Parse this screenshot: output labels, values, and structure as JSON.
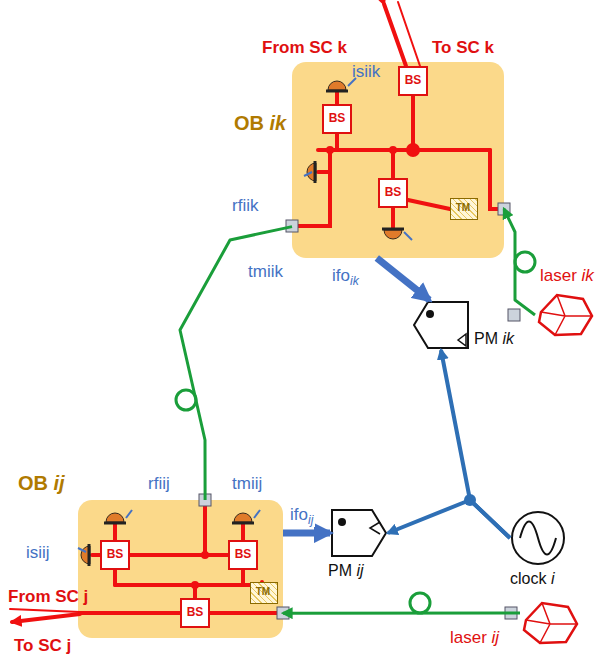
{
  "diagram": {
    "nodes": [
      {
        "text": [
          "OB ik"
        ]
      },
      {
        "text": [
          "BS"
        ],
        "in": 0
      },
      {
        "text": [
          "BS"
        ],
        "in": 0
      },
      {
        "text": [
          "BS"
        ],
        "in": 0
      },
      {
        "text": [
          "TM"
        ],
        "in": 0
      },
      {
        "text": [
          "PM ik"
        ]
      },
      {
        "text": [
          "laser ik"
        ]
      },
      {
        "text": [
          "OB ij"
        ]
      },
      {
        "text": [
          "BS"
        ],
        "in": 7
      },
      {
        "text": [
          "BS"
        ],
        "in": 7
      },
      {
        "text": [
          "BS"
        ],
        "in": 7
      },
      {
        "text": [
          "TM"
        ],
        "in": 7
      },
      {
        "text": [
          "PM ij"
        ]
      },
      {
        "text": [
          "clock i"
        ]
      },
      {
        "text": [
          "laser ij"
        ]
      }
    ],
    "edges": [
      {
        "from": 0,
        "to": 5,
        "arrow": "to",
        "label": "ifoik"
      },
      {
        "from": 7,
        "to": 12,
        "arrow": "to",
        "label": "ifoij"
      },
      {
        "from": 13,
        "to": 5,
        "arrow": "to"
      },
      {
        "from": 13,
        "to": 12,
        "arrow": "to"
      },
      {
        "from": 6,
        "to": 0,
        "arrow": "to"
      },
      {
        "from": 14,
        "to": 7,
        "arrow": "to"
      },
      {
        "from": 7,
        "to": 0,
        "arrow": "none"
      }
    ],
    "labels": [
      "From SC k",
      "To SC k",
      "isiik",
      "rfiik",
      "tmiik",
      "rfiij",
      "tmiij",
      "isiij",
      "From SC j",
      "To SC j"
    ]
  }
}
